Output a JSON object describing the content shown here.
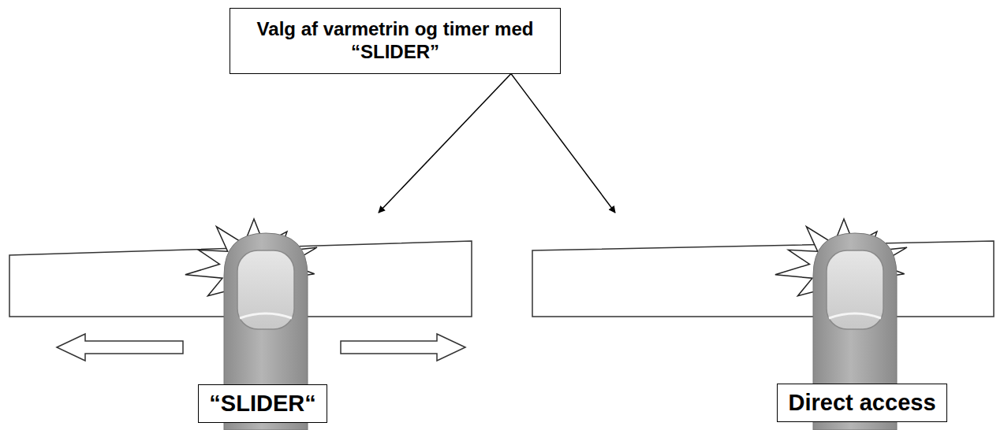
{
  "diagram": {
    "nodes": [
      {
        "text": [
          "Valg af varmetrin og timer med “SLIDER”"
        ]
      },
      {
        "text": [
          "“SLIDER“"
        ]
      },
      {
        "text": [
          "Direct access"
        ]
      }
    ]
  }
}
